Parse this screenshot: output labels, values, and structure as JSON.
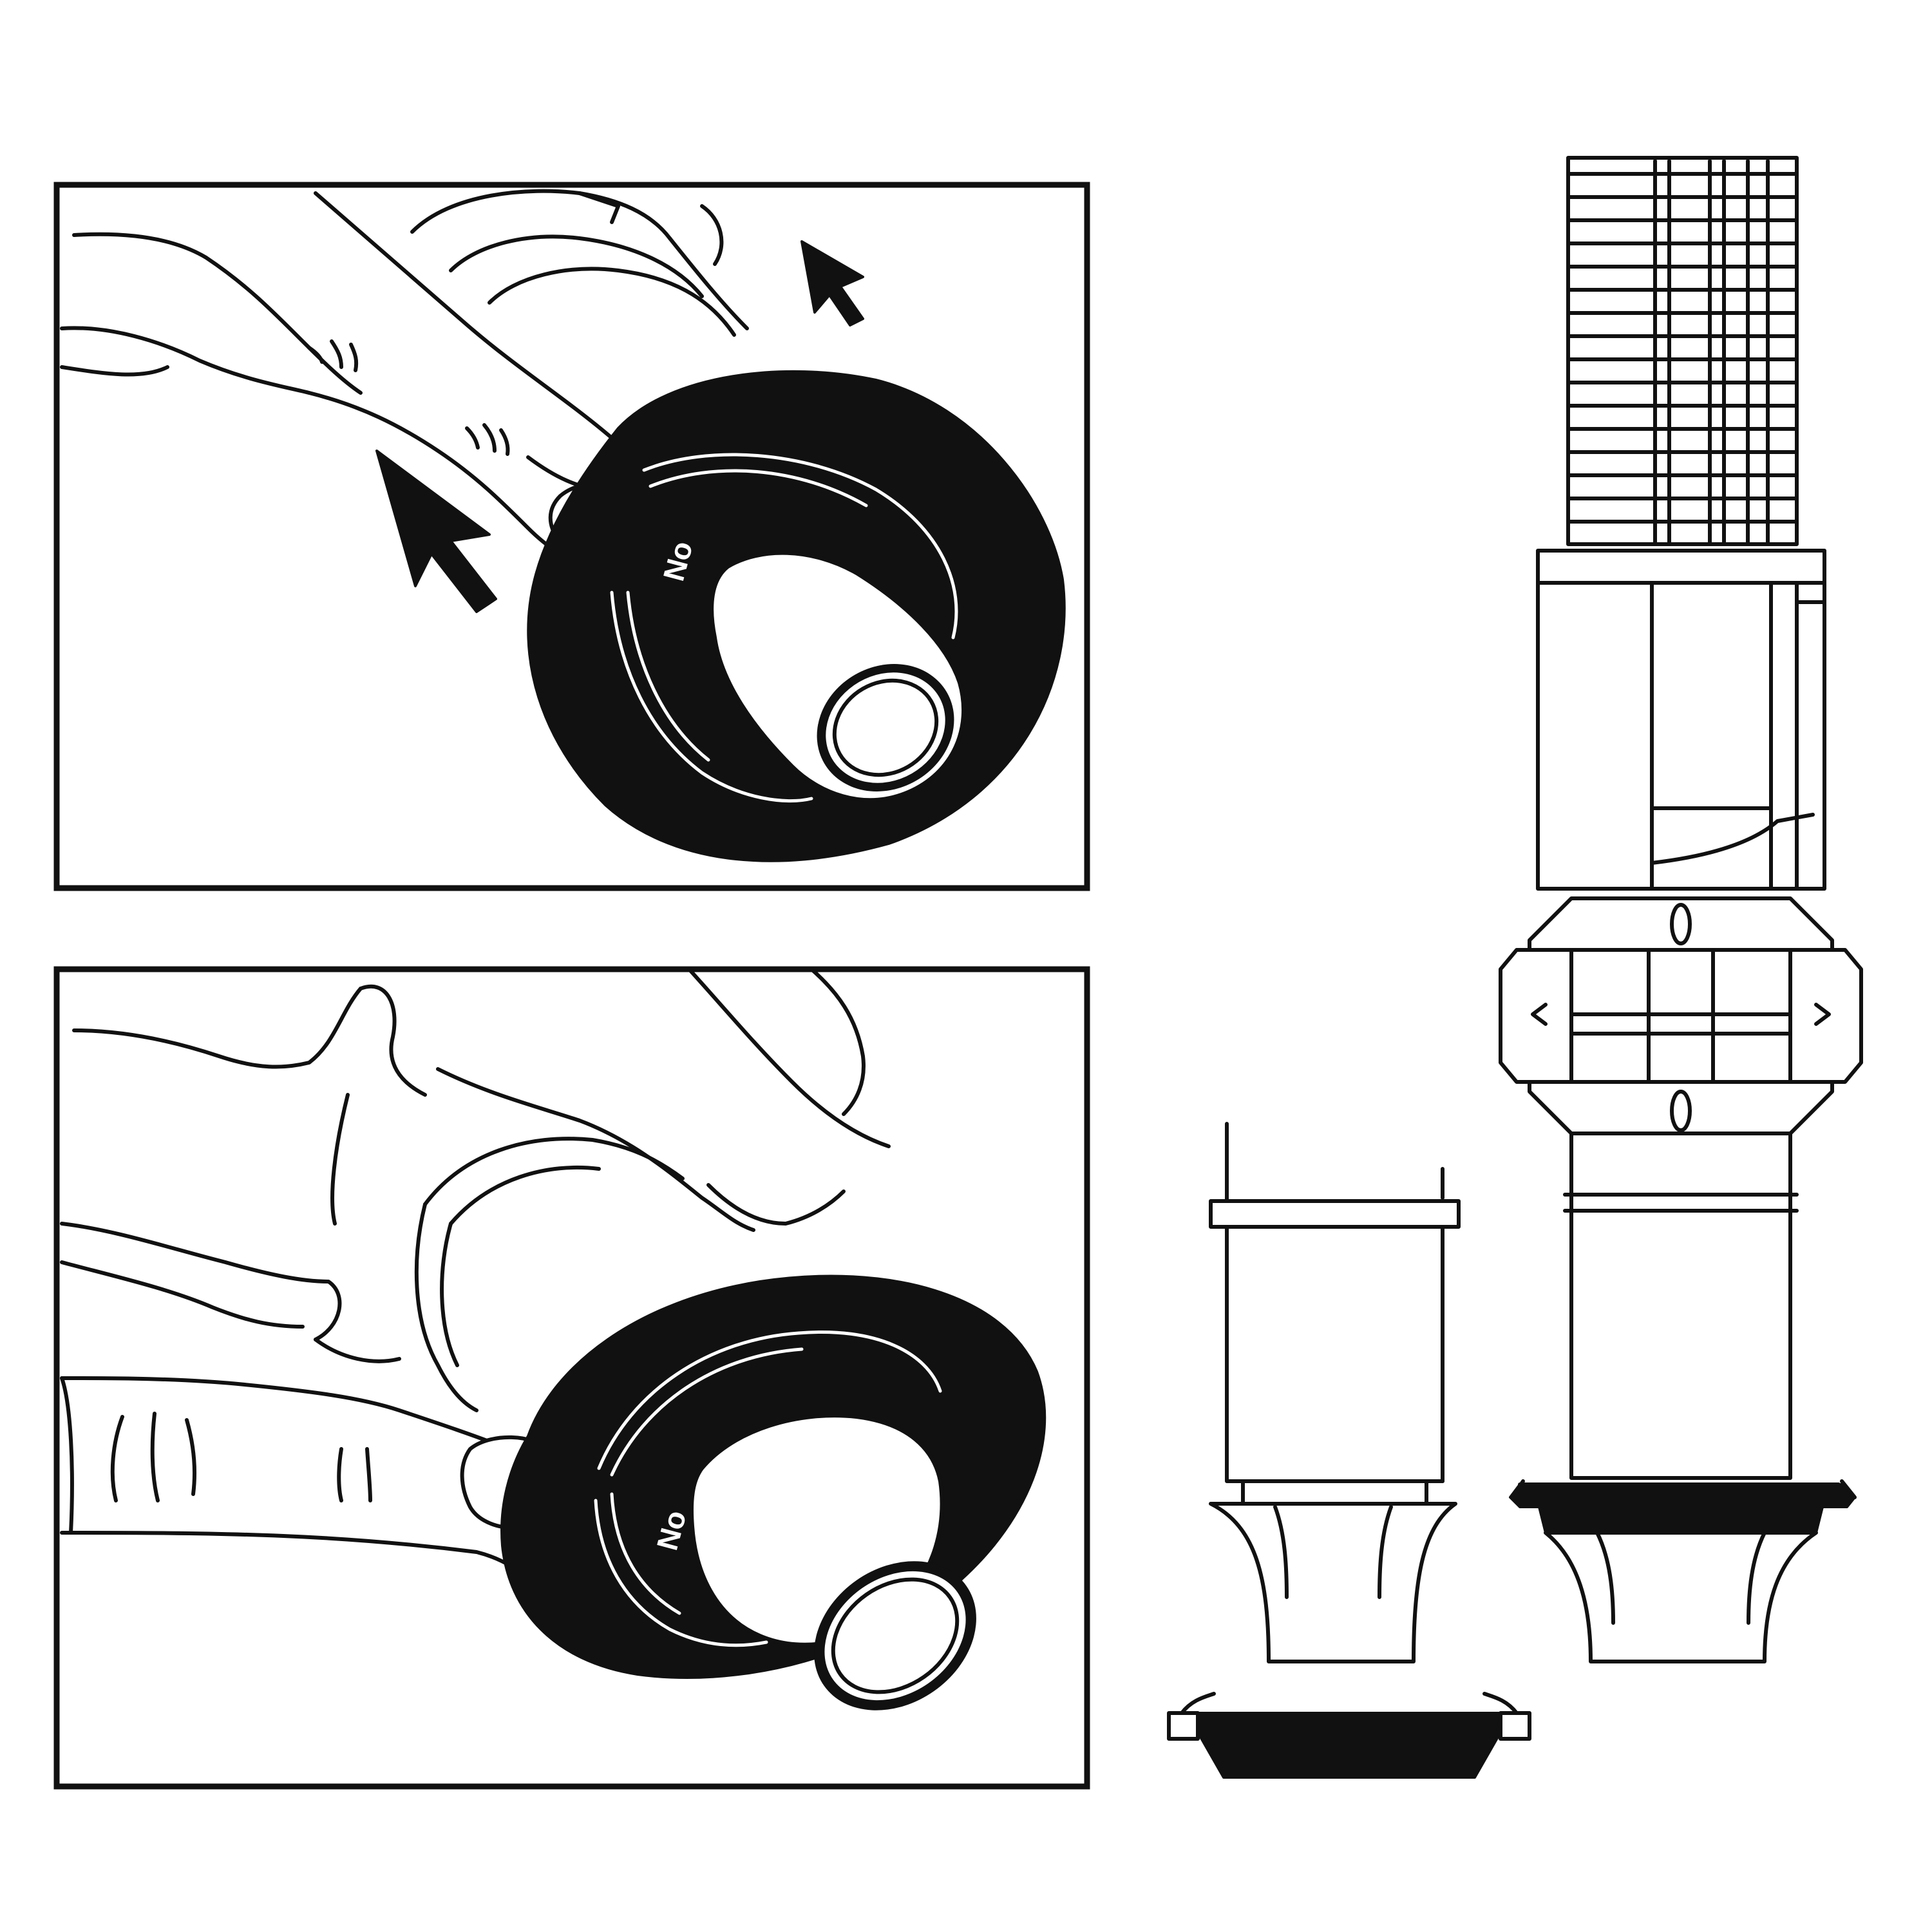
{
  "panels": {
    "top": {
      "ring_label": "No",
      "arrows": [
        "push-direction",
        "push-direction"
      ]
    },
    "bottom": {
      "ring_label": "No"
    }
  },
  "fitting": {
    "parts": [
      "threaded-hose-end",
      "union-nut",
      "press-sleeve",
      "sealing-washer"
    ]
  },
  "colors": {
    "ink": "#111111",
    "paper": "#ffffff"
  }
}
